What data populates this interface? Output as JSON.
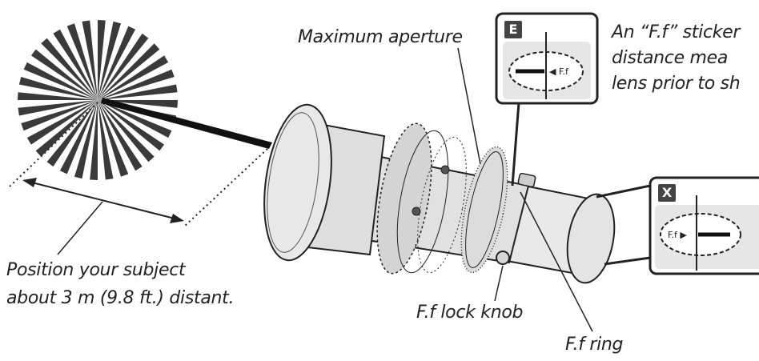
{
  "labels": {
    "maximum_aperture": "Maximum aperture",
    "sticker_note_line1": "An “F.f” sticker",
    "sticker_note_line2": "distance mea",
    "sticker_note_line3": "lens prior to sh",
    "position_line1": "Position your subject",
    "position_line2": "about 3 m (9.8 ft.) distant.",
    "lock_knob": "F.f lock knob",
    "ff_ring": "F.f ring"
  },
  "insets": {
    "incorrect": {
      "badge": "E",
      "mark_text": "◀ F.f"
    },
    "correct": {
      "badge": "X",
      "mark_text": "F.f ▶"
    }
  },
  "colors": {
    "ink": "#222222",
    "panel": "#e6e6e6",
    "badge": "#444444"
  }
}
